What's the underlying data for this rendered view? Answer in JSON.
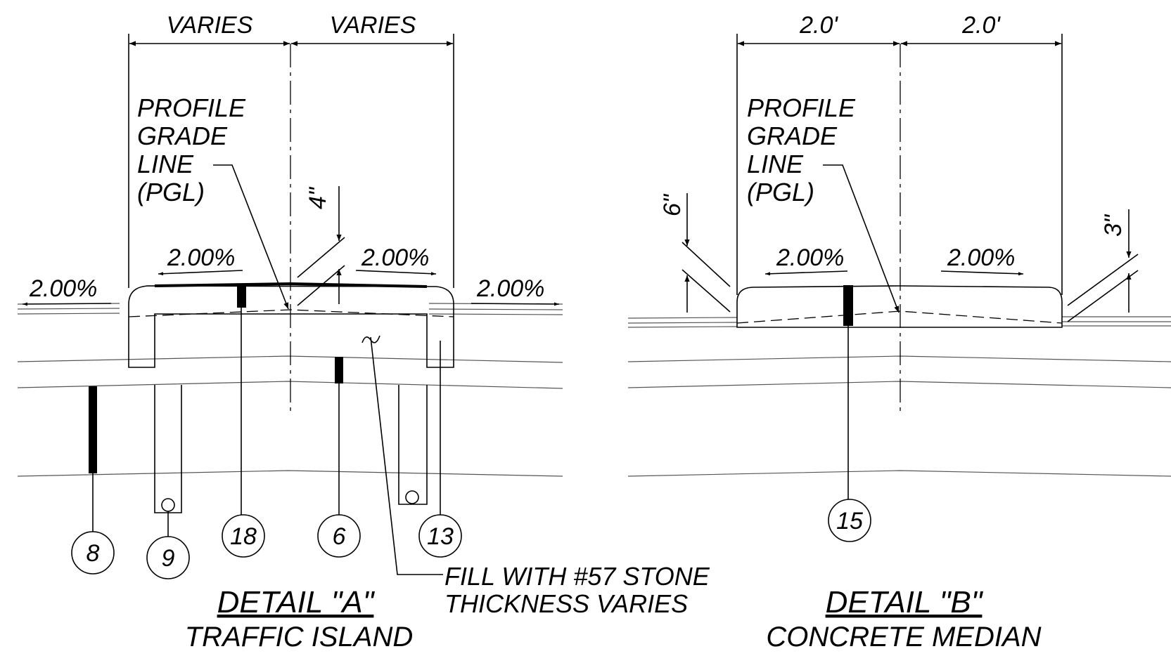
{
  "detail_a": {
    "dim_left": "VARIES",
    "dim_right": "VARIES",
    "pgl_label": [
      "PROFILE",
      "GRADE",
      "LINE",
      "(PGL)"
    ],
    "curb_height": "4\"",
    "slopes": {
      "outer_left": "2.00%",
      "inner_left": "2.00%",
      "inner_right": "2.00%",
      "outer_right": "2.00%"
    },
    "callouts": [
      "8",
      "9",
      "18",
      "6",
      "13"
    ],
    "fill_note": [
      "FILL WITH #57 STONE",
      "THICKNESS VARIES"
    ],
    "title": "DETAIL \"A\"",
    "subtitle": "TRAFFIC ISLAND"
  },
  "detail_b": {
    "dim_left": "2.0'",
    "dim_right": "2.0'",
    "pgl_label": [
      "PROFILE",
      "GRADE",
      "LINE",
      "(PGL)"
    ],
    "left_height": "6\"",
    "right_height": "3\"",
    "slopes": {
      "inner_left": "2.00%",
      "inner_right": "2.00%"
    },
    "callouts": [
      "15"
    ],
    "title": "DETAIL \"B\"",
    "subtitle": "CONCRETE MEDIAN"
  }
}
